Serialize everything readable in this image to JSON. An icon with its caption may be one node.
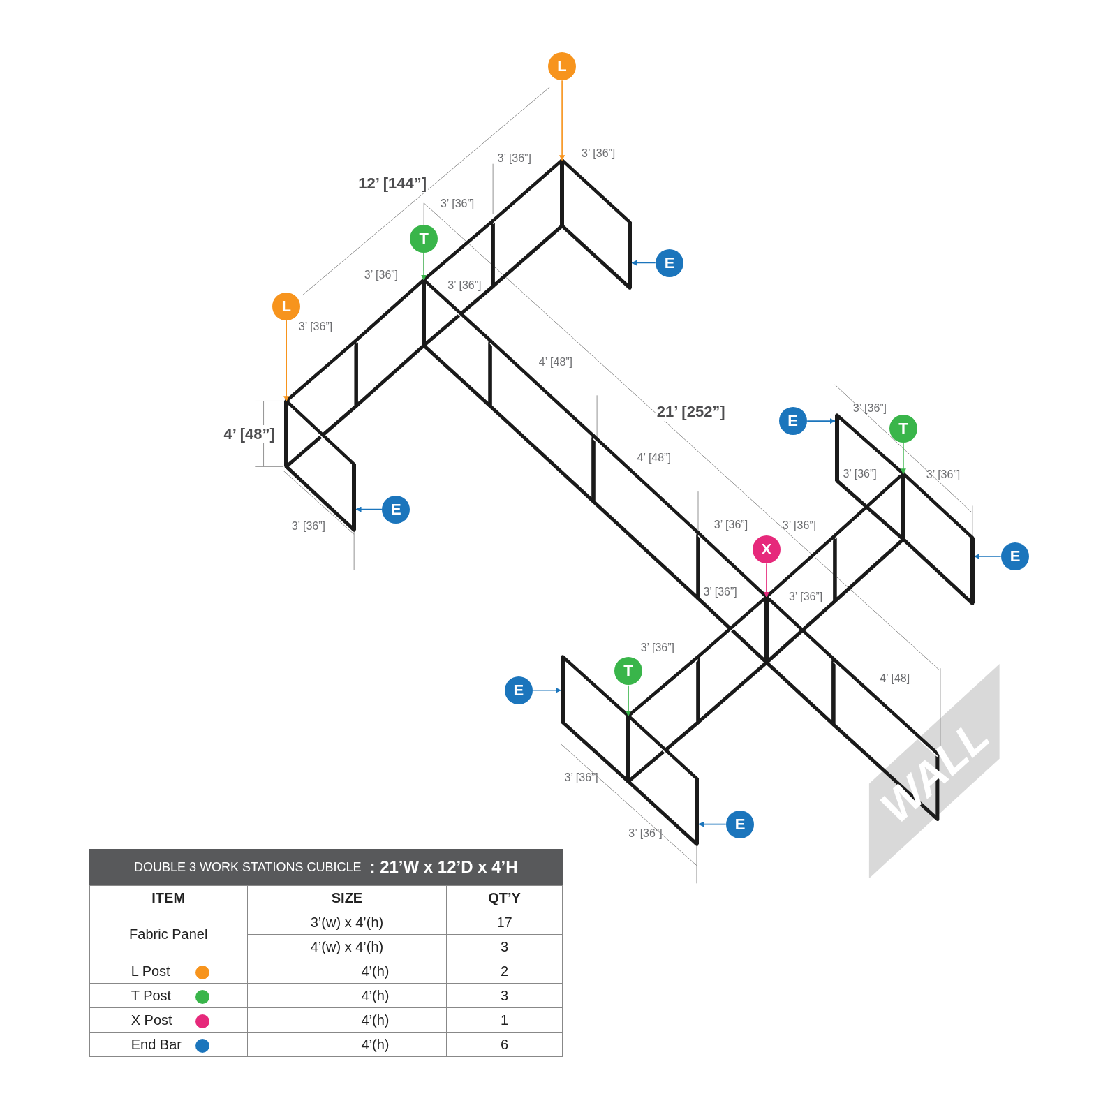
{
  "diagram": {
    "nodes": [
      {
        "text": [
          "L"
        ]
      },
      {
        "text": [
          "T"
        ]
      },
      {
        "text": [
          "E"
        ]
      },
      {
        "text": [
          "L"
        ]
      },
      {
        "text": [
          "E"
        ]
      },
      {
        "text": [
          "T"
        ]
      },
      {
        "text": [
          "E"
        ]
      },
      {
        "text": [
          "X"
        ]
      },
      {
        "text": [
          "E"
        ]
      },
      {
        "text": [
          "T"
        ]
      },
      {
        "text": [
          "E"
        ]
      },
      {
        "text": [
          "E"
        ]
      },
      {
        "text": [],
        "shape": "bar"
      },
      {
        "text": [],
        "shape": "bar"
      },
      {
        "text": [],
        "shape": "bar"
      },
      {
        "text": [],
        "shape": "bar"
      },
      {
        "text": [],
        "shape": "bar"
      },
      {
        "text": [],
        "shape": "bar"
      },
      {
        "text": [],
        "shape": "bar"
      },
      {
        "text": [],
        "shape": "bar"
      },
      {
        "text": [],
        "shape": "bar"
      },
      {
        "text": [],
        "shape": "bar"
      },
      {
        "text": [],
        "shape": "bar"
      },
      {
        "text": [],
        "shape": "bar"
      }
    ],
    "edges": [
      {
        "from": 0,
        "to": 12,
        "arrow": "to",
        "color": "#f7941d"
      },
      {
        "from": 1,
        "to": 14,
        "arrow": "to",
        "color": "#39b54a"
      },
      {
        "from": 2,
        "to": 13,
        "arrow": "to"
      },
      {
        "from": 3,
        "to": 15,
        "arrow": "to",
        "color": "#f7941d"
      },
      {
        "from": 4,
        "to": 16,
        "arrow": "to"
      },
      {
        "from": 5,
        "to": 18,
        "arrow": "to",
        "color": "#39b54a"
      },
      {
        "from": 6,
        "to": 17,
        "arrow": "to"
      },
      {
        "from": 7,
        "to": 20,
        "arrow": "to",
        "color": "#e6297b"
      },
      {
        "from": 8,
        "to": 19,
        "arrow": "to"
      },
      {
        "from": 9,
        "to": 22,
        "arrow": "to",
        "color": "#39b54a"
      },
      {
        "from": 10,
        "to": 21,
        "arrow": "to"
      },
      {
        "from": 11,
        "to": 23,
        "arrow": "to"
      }
    ],
    "labels": [
      "3’ [36”]",
      "3’ [36”]",
      "12’ [144”]",
      "3’ [36”]",
      "3’ [36”]",
      "3’ [36”]",
      "3’ [36”]",
      "4’ [48”]",
      "21’ [252”]",
      "3’ [36”]",
      "4’ [48”]",
      "4’ [48”]",
      "3’ [36”]",
      "3’ [36”]",
      "3’ [36”]",
      "3’ [36”]",
      "3’ [36”]",
      "3’ [36”]",
      "3’ [36”]",
      "3’ [36”]",
      "4’ [48]",
      "3’ [36”]",
      "3’ [36”]",
      "WALL",
      "DOUBLE 3 WORK STATIONS CUBICLE",
      ": 21’W x 12’D x 4’H",
      "ITEM",
      "SIZE",
      "QT’Y",
      "Fabric Panel",
      "3’(w) x 4’(h)",
      "17",
      "4’(w) x 4’(h)",
      "3",
      "4’(h)",
      "2",
      "4’(h)",
      "3",
      "4’(h)",
      "1",
      "4’(h)",
      "6"
    ],
    "legend": [
      {
        "text": "L Post",
        "color": "#f7941d"
      },
      {
        "text": "T Post",
        "color": "#39b54a"
      },
      {
        "text": "X Post",
        "color": "#e6297b"
      },
      {
        "text": "End Bar",
        "color": "#1b75bc"
      }
    ]
  }
}
